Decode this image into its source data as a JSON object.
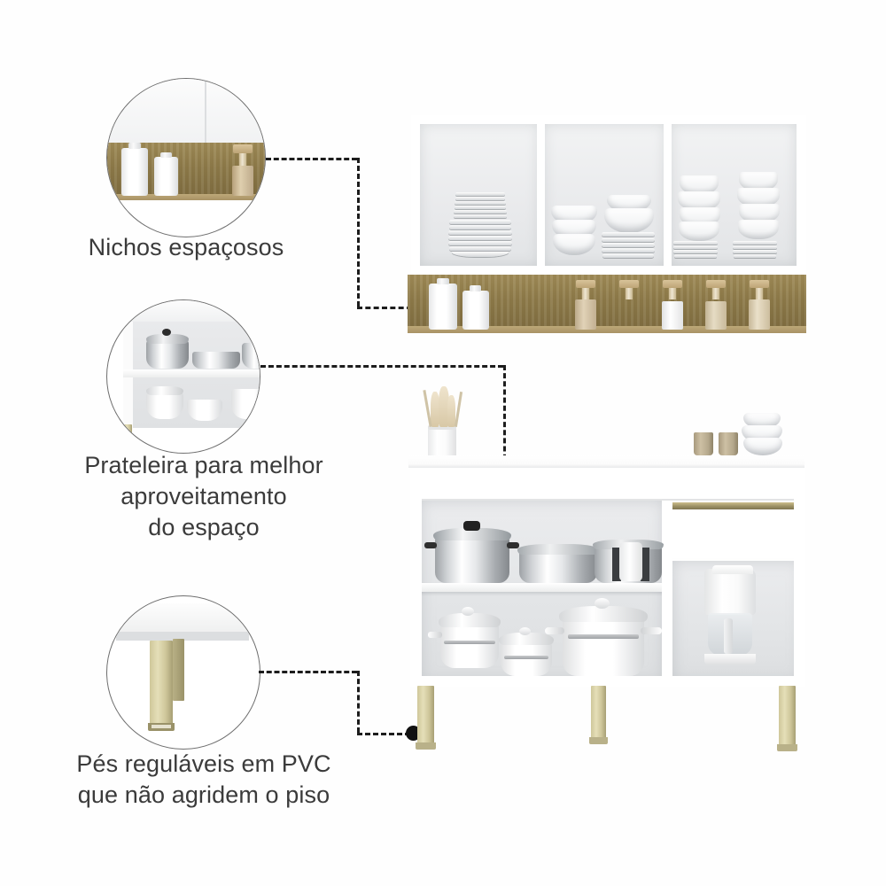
{
  "page": {
    "language": "pt-BR",
    "background_color": "#fefefe",
    "text_color": "#3b3b3b",
    "accent_wood_color": "#8d7a49",
    "accent_leg_color": "#cec69a",
    "connector_color": "#1d1d1d"
  },
  "features": [
    {
      "id": "nichos",
      "caption": "Nichos espaçosos",
      "callout_label": "wood-shelf-with-canisters-detail",
      "target": "wall-unit-wood-shelf-canister"
    },
    {
      "id": "prateleira",
      "caption": "Prateleira para melhor\naproveitamento\ndo espaço",
      "callout_label": "interior-shelf-with-pots-detail",
      "target": "counter-unit-middle-shelf"
    },
    {
      "id": "pes",
      "caption": "Pés reguláveis em PVC\nque não agridem o piso",
      "callout_label": "adjustable-pvc-leg-detail",
      "target": "counter-unit-front-left-leg"
    }
  ],
  "wall_unit": {
    "name": "Armário aéreo",
    "compartments": [
      {
        "name": "nicho-esquerdo",
        "contents": "pratos empilhados"
      },
      {
        "name": "nicho-central",
        "contents": "tigelas e pratos"
      },
      {
        "name": "nicho-direito",
        "contents": "xícaras e pires"
      }
    ],
    "wood_shelf": {
      "name": "prateleira de madeira",
      "canisters": 2,
      "spice_jars": 5
    }
  },
  "counter_unit": {
    "name": "Balcão",
    "countertop_items": [
      "porta-utensílios",
      "copos",
      "tigelas"
    ],
    "drawer": {
      "name": "gaveta",
      "handle": "puxador perfil"
    },
    "upper_shelf_items": [
      "panela de pressão",
      "frigideira",
      "panela grande"
    ],
    "lower_shelf_items": [
      "panela branca com tampa",
      "panela pequena",
      "caçarola grande"
    ],
    "appliance_niche": {
      "item": "cafeteira"
    },
    "legs": {
      "count": 3,
      "material": "PVC",
      "adjustable": true
    }
  }
}
